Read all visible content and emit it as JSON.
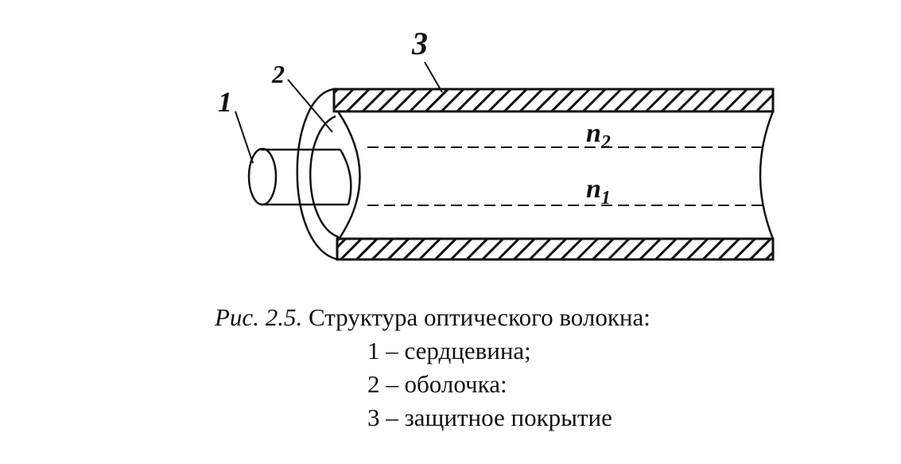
{
  "figure": {
    "labels": {
      "core": "1",
      "cladding": "2",
      "coating": "3",
      "n2": "n",
      "n2_sub": "2",
      "n1": "n",
      "n1_sub": "1"
    }
  },
  "caption": {
    "prefix": "Рис. 2.5.",
    "title": "Структура оптического волокна:",
    "items": [
      "1 – сердцевина;",
      "2 – оболочка:",
      "3 – защитное покрытие"
    ]
  }
}
